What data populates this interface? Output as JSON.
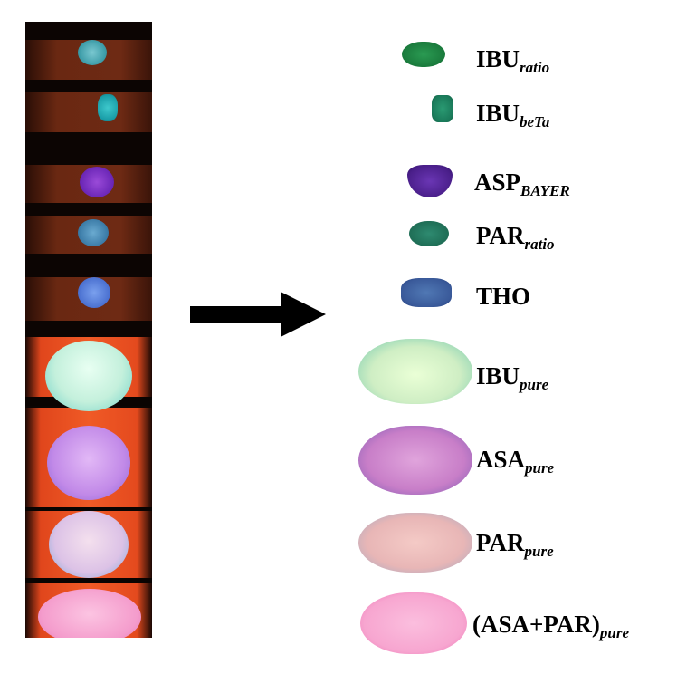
{
  "figure": {
    "entries": [
      {
        "base": "IBU",
        "sub": "ratio",
        "color": "#1a7a3c"
      },
      {
        "base": "IBU",
        "sub": "beTa",
        "color": "#1a7a5a"
      },
      {
        "base": "ASP",
        "sub": "BAYER",
        "color": "#4a1f8a"
      },
      {
        "base": "PAR",
        "sub": "ratio",
        "color": "#1f6e56"
      },
      {
        "base": "THO",
        "sub": "",
        "color": "#3a5a9a"
      },
      {
        "base": "IBU",
        "sub": "pure",
        "color": "#cfeec4"
      },
      {
        "base": "ASA",
        "sub": "pure",
        "color": "#c87ec8"
      },
      {
        "base": "PAR",
        "sub": "pure",
        "color": "#e8b6b6"
      },
      {
        "base": "(ASA+PAR)",
        "sub": "pure",
        "color": "#f7a6d0"
      }
    ],
    "strip_colors": {
      "background": "#0c0503",
      "band_dark": "#6e2a14",
      "band_bright": "#f05a26"
    },
    "arrow_color": "#000000"
  }
}
